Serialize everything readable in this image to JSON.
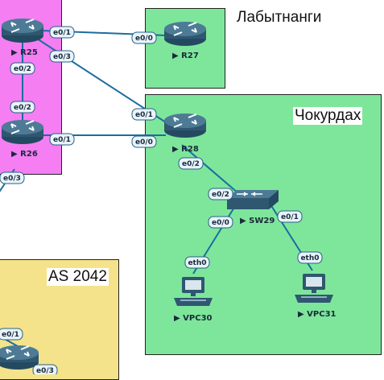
{
  "regions": {
    "left_magenta": {
      "color": "#f57ef3"
    },
    "labytnangi": {
      "name": "Лабытнанги",
      "color": "#7ee69b"
    },
    "chokurdakh": {
      "name": "Чокурдах",
      "color": "#7ee69b"
    },
    "as2042": {
      "name": "AS 2042",
      "color": "#f4e38a"
    }
  },
  "devices": {
    "r25": {
      "name": "R25",
      "type": "router"
    },
    "r26": {
      "name": "R26",
      "type": "router"
    },
    "r27": {
      "name": "R27",
      "type": "router"
    },
    "r28": {
      "name": "R28",
      "type": "router"
    },
    "sw29": {
      "name": "SW29",
      "type": "switch"
    },
    "vpc30": {
      "name": "VPC30",
      "type": "pc"
    },
    "vpc31": {
      "name": "VPC31",
      "type": "pc"
    },
    "bottom_router": {
      "name": "",
      "type": "router"
    }
  },
  "links": [
    {
      "from": "R25",
      "from_port": "e0/1",
      "to": "R27",
      "to_port": "e0/0"
    },
    {
      "from": "R25",
      "from_port": "e0/3",
      "to": "R28",
      "to_port": "e0/1"
    },
    {
      "from": "R25",
      "from_port": "e0/2",
      "to": "R26",
      "to_port": "e0/2"
    },
    {
      "from": "R26",
      "from_port": "e0/1",
      "to": "R28",
      "to_port": "e0/0"
    },
    {
      "from": "R26",
      "from_port": "e0/3",
      "to": "",
      "to_port": ""
    },
    {
      "from": "R28",
      "from_port": "e0/2",
      "to": "SW29",
      "to_port": "e0/2"
    },
    {
      "from": "SW29",
      "from_port": "e0/0",
      "to": "VPC30",
      "to_port": "eth0"
    },
    {
      "from": "SW29",
      "from_port": "e0/1",
      "to": "VPC31",
      "to_port": "eth0"
    },
    {
      "from": "",
      "from_port": "e0/1",
      "to": "",
      "to_port": ""
    },
    {
      "from": "",
      "from_port": "e0/3",
      "to": "",
      "to_port": ""
    }
  ],
  "colors": {
    "link": "#1a6e9e",
    "port_fill": "#e8f4fb",
    "port_stroke": "#2a5f86",
    "device": "#2f5770"
  }
}
